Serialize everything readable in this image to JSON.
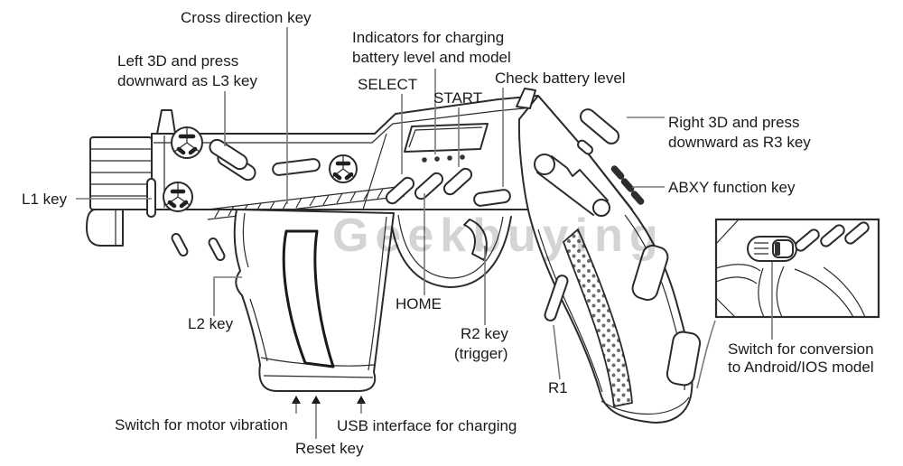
{
  "watermark": "Geekbuying",
  "colors": {
    "line": "#2b2b2b",
    "callout": "#7a7a7a",
    "label_text": "#1a1a1a",
    "watermark": "#cdcdcd"
  },
  "labels": {
    "cross_direction": "Cross direction key",
    "left_3d": {
      "line1": "Left 3D and press",
      "line2": "downward as L3 key"
    },
    "indicators": {
      "line1": "Indicators for charging",
      "line2": "battery level and model"
    },
    "select": "SELECT",
    "start": "START",
    "check_battery": "Check battery level",
    "right_3d": {
      "line1": "Right 3D and press",
      "line2": "downward as R3 key"
    },
    "abxy": "ABXY function key",
    "l1": "L1 key",
    "l2": "L2 key",
    "home": "HOME",
    "r2": {
      "line1": "R2 key",
      "line2": "(trigger)"
    },
    "r1": "R1",
    "motor_vibration": "Switch for motor vibration",
    "usb_charging": "USB interface for charging",
    "reset": "Reset key",
    "conversion": {
      "line1": "Switch for conversion",
      "line2": "to Android/IOS model"
    }
  }
}
